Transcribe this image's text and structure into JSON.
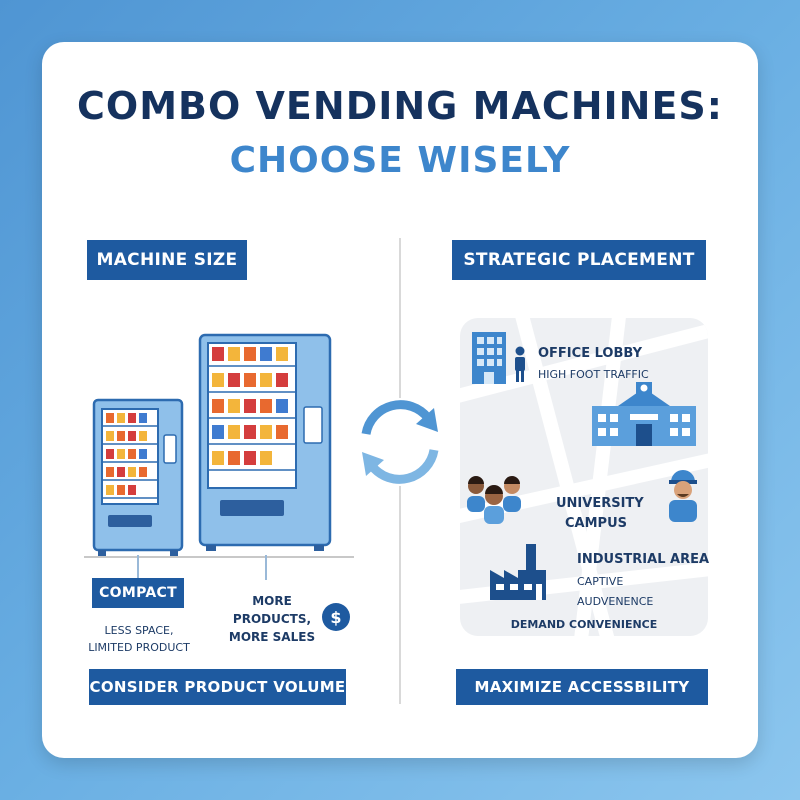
{
  "title": {
    "line1": "COMBO VENDING MACHINES:",
    "line2": "CHOOSE WISELY"
  },
  "left": {
    "header": "MACHINE SIZE",
    "compact_label": "COMPACT",
    "compact_desc_1": "LESS SPACE,",
    "compact_desc_2": "LIMITED PRODUCT",
    "large_desc_1": "MORE PRODUCTS,",
    "large_desc_2": "MORE SALES",
    "footer": "CONSIDER PRODUCT VOLUME"
  },
  "right": {
    "header": "STRATEGIC PLACEMENT",
    "locations": {
      "office_title": "OFFICE LOBBY",
      "office_desc": "HIGH FOOT TRAFFIC",
      "university_1": "UNIVERSITY",
      "university_2": "CAMPUS",
      "industrial_title": "INDUSTRIAL AREA",
      "industrial_desc_1": "CAPTIVE",
      "industrial_desc_2": "AUDVENENCE",
      "demand": "DEMAND CONVENIENCE"
    },
    "footer": "MAXIMIZE ACCESSBILITY"
  },
  "icons": {
    "dollar": "$"
  },
  "colors": {
    "navy": "#15325e",
    "accent_blue": "#3d86cc",
    "label_blue": "#1e5aa0",
    "machine_blue": "#8fc0ea"
  }
}
